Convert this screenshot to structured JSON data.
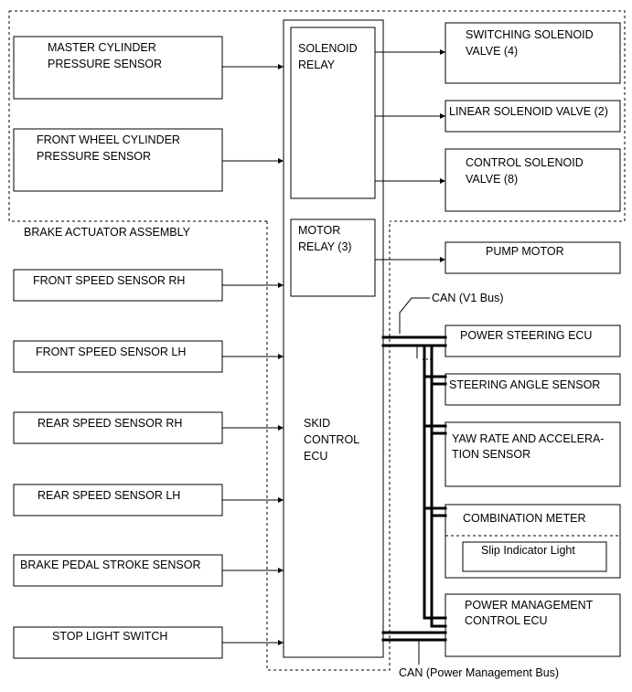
{
  "inputs": {
    "master_cylinder": [
      "MASTER CYLINDER",
      "PRESSURE SENSOR"
    ],
    "front_wheel_cylinder": [
      "FRONT WHEEL CYLINDER",
      "PRESSURE SENSOR"
    ],
    "front_speed_rh": "FRONT SPEED SENSOR RH",
    "front_speed_lh": "FRONT SPEED SENSOR LH",
    "rear_speed_rh": "REAR SPEED SENSOR RH",
    "rear_speed_lh": "REAR SPEED SENSOR LH",
    "brake_pedal_stroke": "BRAKE PEDAL STROKE SENSOR",
    "stop_light_switch": "STOP LIGHT SWITCH"
  },
  "brake_actuator_label": "BRAKE ACTUATOR ASSEMBLY",
  "ecu": {
    "label": [
      "SKID",
      "CONTROL",
      "ECU"
    ],
    "solenoid_relay": [
      "SOLENOID",
      "RELAY"
    ],
    "motor_relay": [
      "MOTOR",
      "RELAY (3)"
    ]
  },
  "outputs": {
    "switching_solenoid": [
      "SWITCHING SOLENOID",
      "VALVE (4)"
    ],
    "linear_solenoid": "LINEAR SOLENOID VALVE (2)",
    "control_solenoid": [
      "CONTROL SOLENOID",
      "VALVE (8)"
    ],
    "pump_motor": "PUMP MOTOR"
  },
  "can": {
    "v1_bus_label": "CAN (V1 Bus)",
    "pm_bus_label": "CAN (Power Management Bus)",
    "power_steering": "POWER STEERING ECU",
    "steering_angle": "STEERING ANGLE SENSOR",
    "yaw_rate": [
      "YAW RATE AND ACCELERA-",
      "TION SENSOR"
    ],
    "combination_meter": "COMBINATION METER",
    "slip_indicator": "Slip Indicator Light",
    "power_management": [
      "POWER MANAGEMENT",
      "CONTROL ECU"
    ]
  }
}
